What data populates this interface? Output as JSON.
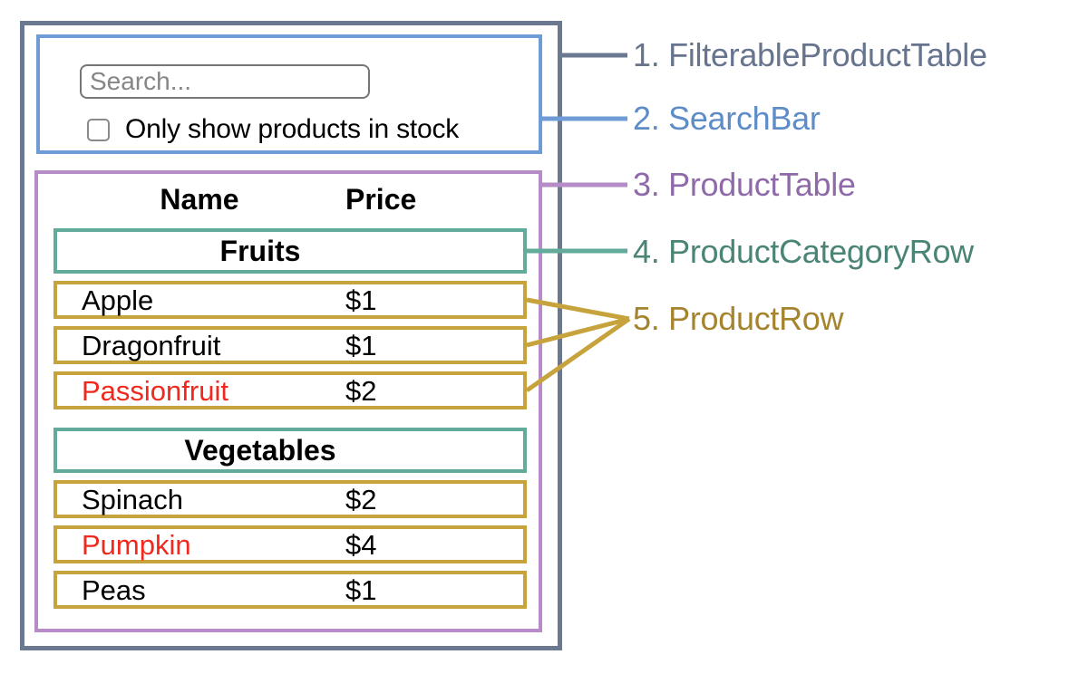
{
  "search": {
    "placeholder": "Search...",
    "checkbox_label": "Only show products in stock",
    "checkbox_checked": false
  },
  "table": {
    "name_header": "Name",
    "price_header": "Price",
    "sections": [
      {
        "category": "Fruits",
        "products": [
          {
            "name": "Apple",
            "price": "$1",
            "stocked": true
          },
          {
            "name": "Dragonfruit",
            "price": "$1",
            "stocked": true
          },
          {
            "name": "Passionfruit",
            "price": "$2",
            "stocked": false
          }
        ]
      },
      {
        "category": "Vegetables",
        "products": [
          {
            "name": "Spinach",
            "price": "$2",
            "stocked": true
          },
          {
            "name": "Pumpkin",
            "price": "$4",
            "stocked": false
          },
          {
            "name": "Peas",
            "price": "$1",
            "stocked": true
          }
        ]
      }
    ]
  },
  "legend": [
    {
      "label": "1. FilterableProductTable",
      "color": "#67748e"
    },
    {
      "label": "2. SearchBar",
      "color": "#5d8cc7"
    },
    {
      "label": "3. ProductTable",
      "color": "#8f6aa9"
    },
    {
      "label": "4. ProductCategoryRow",
      "color": "#4a8476"
    },
    {
      "label": "5. ProductRow",
      "color": "#a5842e"
    }
  ],
  "colors": {
    "slate": "#6a7890",
    "blue": "#6f9cd6",
    "purple": "#b58cc8",
    "teal": "#62ab9b",
    "gold": "#c7a33d",
    "red": "#f0281e"
  }
}
